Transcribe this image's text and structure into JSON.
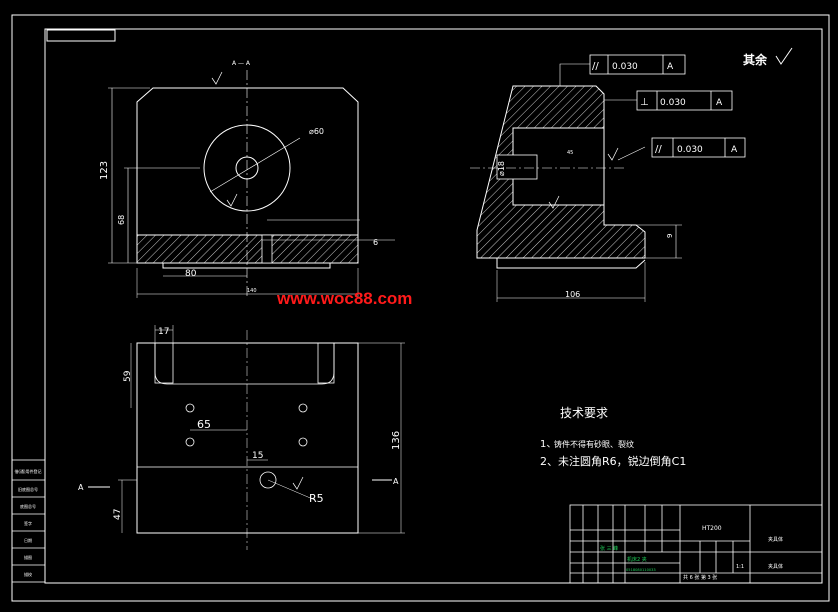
{
  "section_label_top": "A — A",
  "section_side_a_left": "A",
  "section_side_a_right": "A",
  "surface_note": "其余",
  "watermark": "www.woc88.com",
  "front_view": {
    "dims": {
      "d123": "123",
      "d68": "68",
      "d80": "80",
      "d140": "140",
      "dia60": "⌀60",
      "d6": "6"
    }
  },
  "side_view": {
    "dims": {
      "d106": "106",
      "dia18": "⌀18",
      "d9": "9",
      "d45": "45"
    },
    "tolerances": [
      {
        "symbol": "//",
        "value": "0.030",
        "datum": "A"
      },
      {
        "symbol": "⊥",
        "value": "0.030",
        "datum": "A"
      },
      {
        "symbol": "//",
        "value": "0.030",
        "datum": "A"
      }
    ]
  },
  "top_view": {
    "dims": {
      "d17": "17",
      "d59": "59",
      "d65": "65",
      "d15": "15",
      "r5": "R5",
      "d136": "136",
      "d47": "47"
    }
  },
  "tech_req": {
    "title": "技术要求",
    "line1_num": "1、",
    "line1": "铸件不得有砂眼、裂纹",
    "line2": "2、未注圆角R6，锐边倒角C1"
  },
  "title_block": {
    "material": "HT200",
    "drawing_no": "0518080110033",
    "scale": "1:1",
    "sheet_info": "共 6 张  第 3 张",
    "designer": "张 三 峰",
    "part_name": "机床2 夹",
    "company": "夹具体",
    "unit": "夹具体"
  },
  "left_strip": [
    "描图",
    "描校",
    "旧底图总号",
    "底图总号",
    "签字",
    "日期",
    "借(通)用件登记"
  ]
}
